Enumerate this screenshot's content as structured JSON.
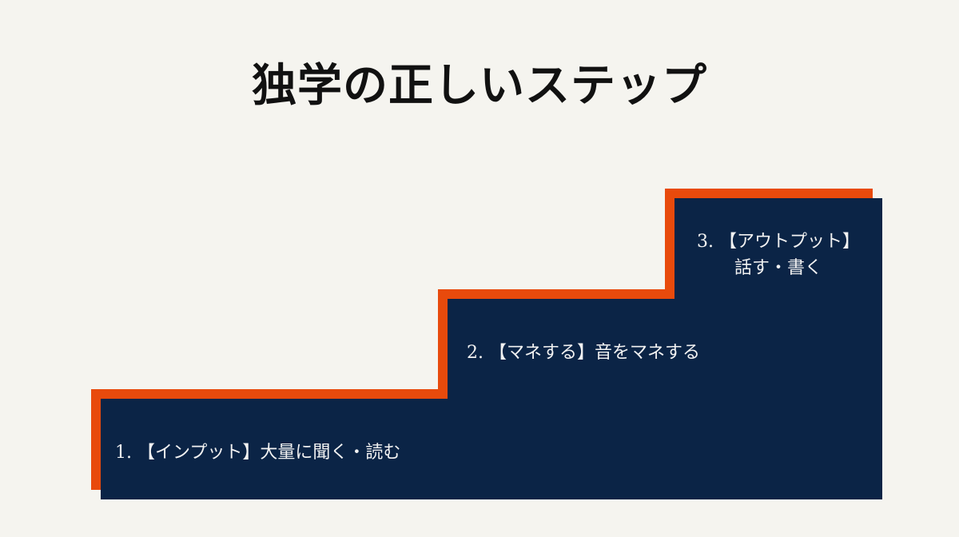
{
  "title": "独学の正しいステップ",
  "colors": {
    "background": "#f5f4ef",
    "step_fill": "#0b2446",
    "accent": "#e84a0c",
    "title": "#111111",
    "label": "#f2f2f2"
  },
  "steps": [
    {
      "number": "1.",
      "label": "1. 【インプット】大量に聞く・読む"
    },
    {
      "number": "2.",
      "label": "2. 【マネする】音をマネする"
    },
    {
      "number": "3.",
      "label_line1": "3. 【アウトプット】",
      "label_line2": "話す・書く"
    }
  ]
}
